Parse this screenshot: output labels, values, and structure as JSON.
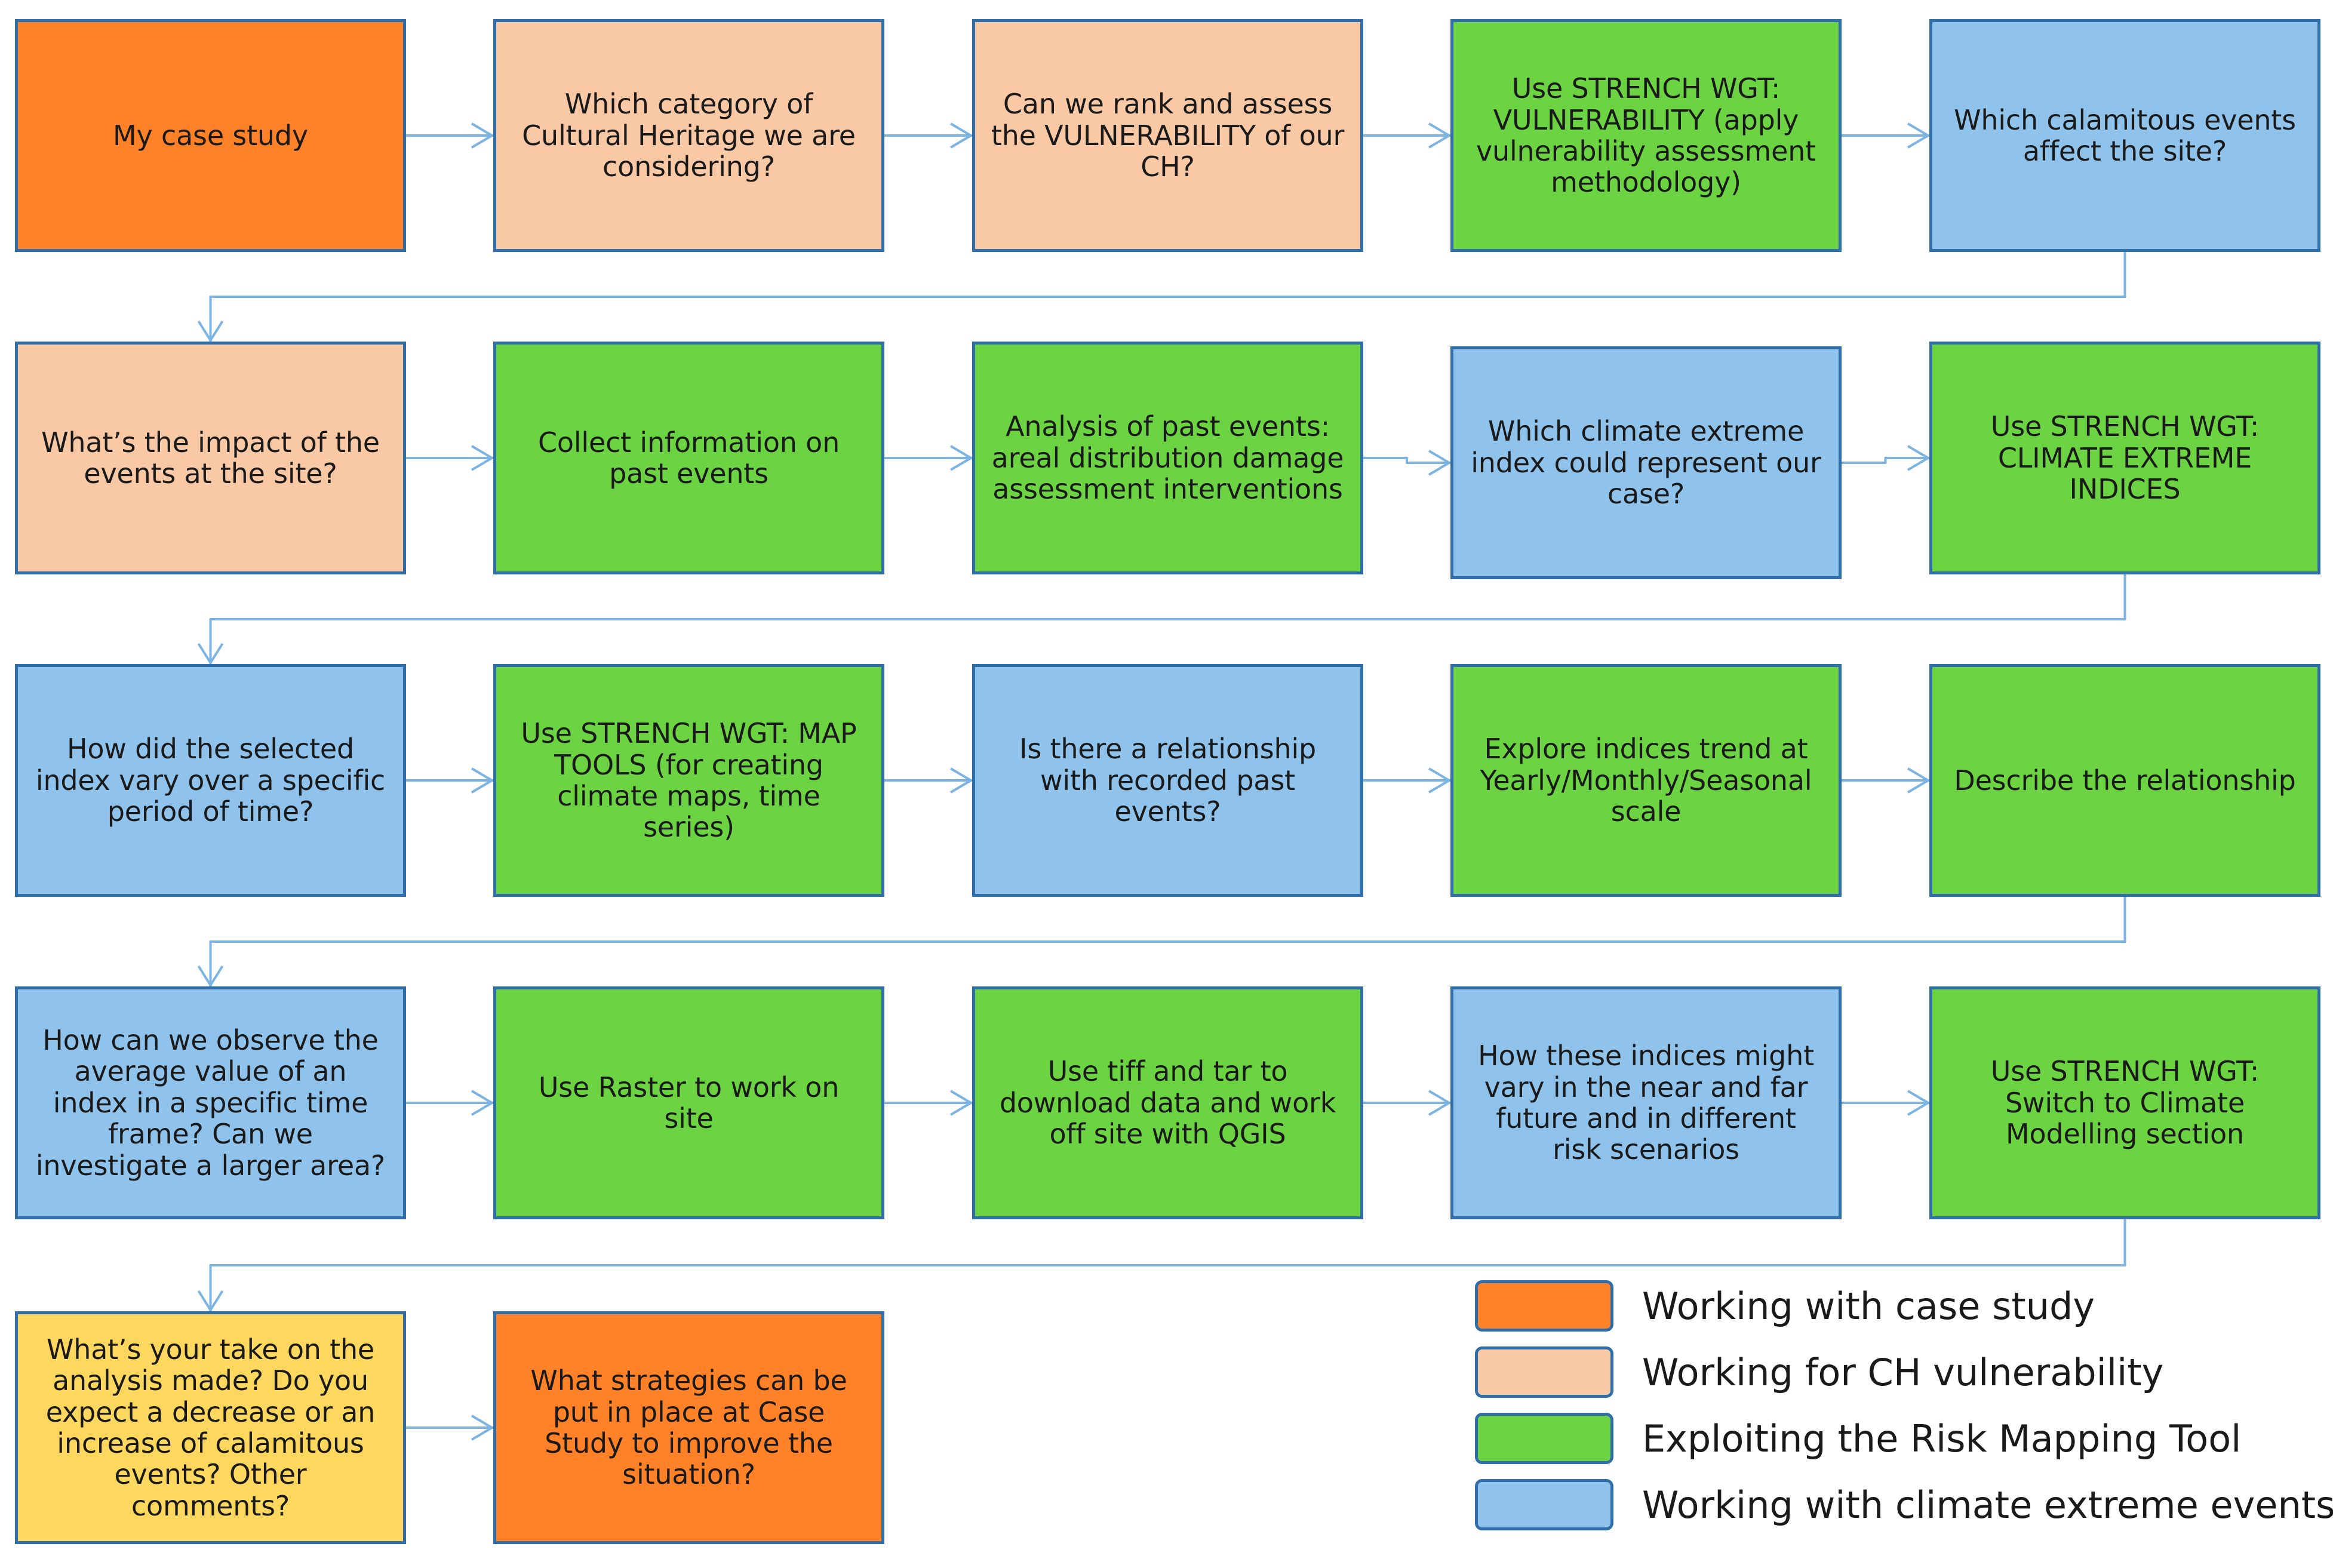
{
  "colors": {
    "case_study": "#ff8128",
    "ch_vulnerability": "#f9c9a6",
    "risk_tool": "#6cd443",
    "climate_events": "#8fc3eb",
    "feedback": "#fdd75e",
    "wire": "#7ab3e4",
    "border": "#2f6ea8"
  },
  "nodes": [
    {
      "id": "n1",
      "text": "My case study",
      "category": "case_study"
    },
    {
      "id": "n2",
      "text": "Which category of Cultural Heritage we are considering?",
      "category": "ch_vulnerability"
    },
    {
      "id": "n3",
      "text": "Can we rank and assess the VULNERABILITY of our CH?",
      "category": "ch_vulnerability"
    },
    {
      "id": "n4",
      "text": "Use STRENCH WGT: VULNERABILITY (apply vulnerability assessment methodology)",
      "category": "risk_tool"
    },
    {
      "id": "n5",
      "text": "Which calamitous events affect the site?",
      "category": "climate_events"
    },
    {
      "id": "n6",
      "text": "What’s the impact of the events at the site?",
      "category": "ch_vulnerability"
    },
    {
      "id": "n7",
      "text": "Collect information on past events",
      "category": "risk_tool"
    },
    {
      "id": "n8",
      "text": "Analysis of past events: areal distribution damage assessment interventions",
      "category": "risk_tool"
    },
    {
      "id": "n9",
      "text": "Which climate extreme index could represent our case?",
      "category": "climate_events"
    },
    {
      "id": "n10",
      "text": "Use STRENCH WGT: CLIMATE EXTREME INDICES",
      "category": "risk_tool"
    },
    {
      "id": "n11",
      "text": "How did the selected index vary over a specific period of time?",
      "category": "climate_events"
    },
    {
      "id": "n12",
      "text": "Use STRENCH WGT: MAP TOOLS (for creating climate maps, time series)",
      "category": "risk_tool"
    },
    {
      "id": "n13",
      "text": "Is there a relationship with recorded past events?",
      "category": "climate_events"
    },
    {
      "id": "n14",
      "text": "Explore indices trend at Yearly/Monthly/Seasonal scale",
      "category": "risk_tool"
    },
    {
      "id": "n15",
      "text": "Describe the relationship",
      "category": "risk_tool"
    },
    {
      "id": "n16",
      "text": "How can we observe the average value of an index in a specific time frame? Can we investigate a larger area?",
      "category": "climate_events"
    },
    {
      "id": "n17",
      "text": "Use Raster to work on site",
      "category": "risk_tool"
    },
    {
      "id": "n18",
      "text": "Use tiff and tar to download data and work off site with QGIS",
      "category": "risk_tool"
    },
    {
      "id": "n19",
      "text": "How these indices might vary in the near and far future and in different risk scenarios",
      "category": "climate_events"
    },
    {
      "id": "n20",
      "text": "Use STRENCH WGT: Switch to Climate Modelling section",
      "category": "risk_tool"
    },
    {
      "id": "n21",
      "text": "What’s your take on the analysis made? Do you expect a decrease or an increase of calamitous events? Other comments?",
      "category": "feedback"
    },
    {
      "id": "n22",
      "text": "What strategies can be put in place at Case Study to improve the situation?",
      "category": "case_study"
    }
  ],
  "edges": [
    [
      "n1",
      "n2"
    ],
    [
      "n2",
      "n3"
    ],
    [
      "n3",
      "n4"
    ],
    [
      "n4",
      "n5"
    ],
    [
      "n5",
      "n6"
    ],
    [
      "n6",
      "n7"
    ],
    [
      "n7",
      "n8"
    ],
    [
      "n8",
      "n9"
    ],
    [
      "n9",
      "n10"
    ],
    [
      "n10",
      "n11"
    ],
    [
      "n11",
      "n12"
    ],
    [
      "n12",
      "n13"
    ],
    [
      "n13",
      "n14"
    ],
    [
      "n14",
      "n15"
    ],
    [
      "n15",
      "n16"
    ],
    [
      "n16",
      "n17"
    ],
    [
      "n17",
      "n18"
    ],
    [
      "n18",
      "n19"
    ],
    [
      "n19",
      "n20"
    ],
    [
      "n20",
      "n21"
    ],
    [
      "n21",
      "n22"
    ]
  ],
  "legend": [
    {
      "label": "Working with case study",
      "category": "case_study"
    },
    {
      "label": "Working for CH vulnerability",
      "category": "ch_vulnerability"
    },
    {
      "label": "Exploiting the Risk Mapping Tool",
      "category": "risk_tool"
    },
    {
      "label": "Working with climate extreme events",
      "category": "climate_events"
    }
  ]
}
